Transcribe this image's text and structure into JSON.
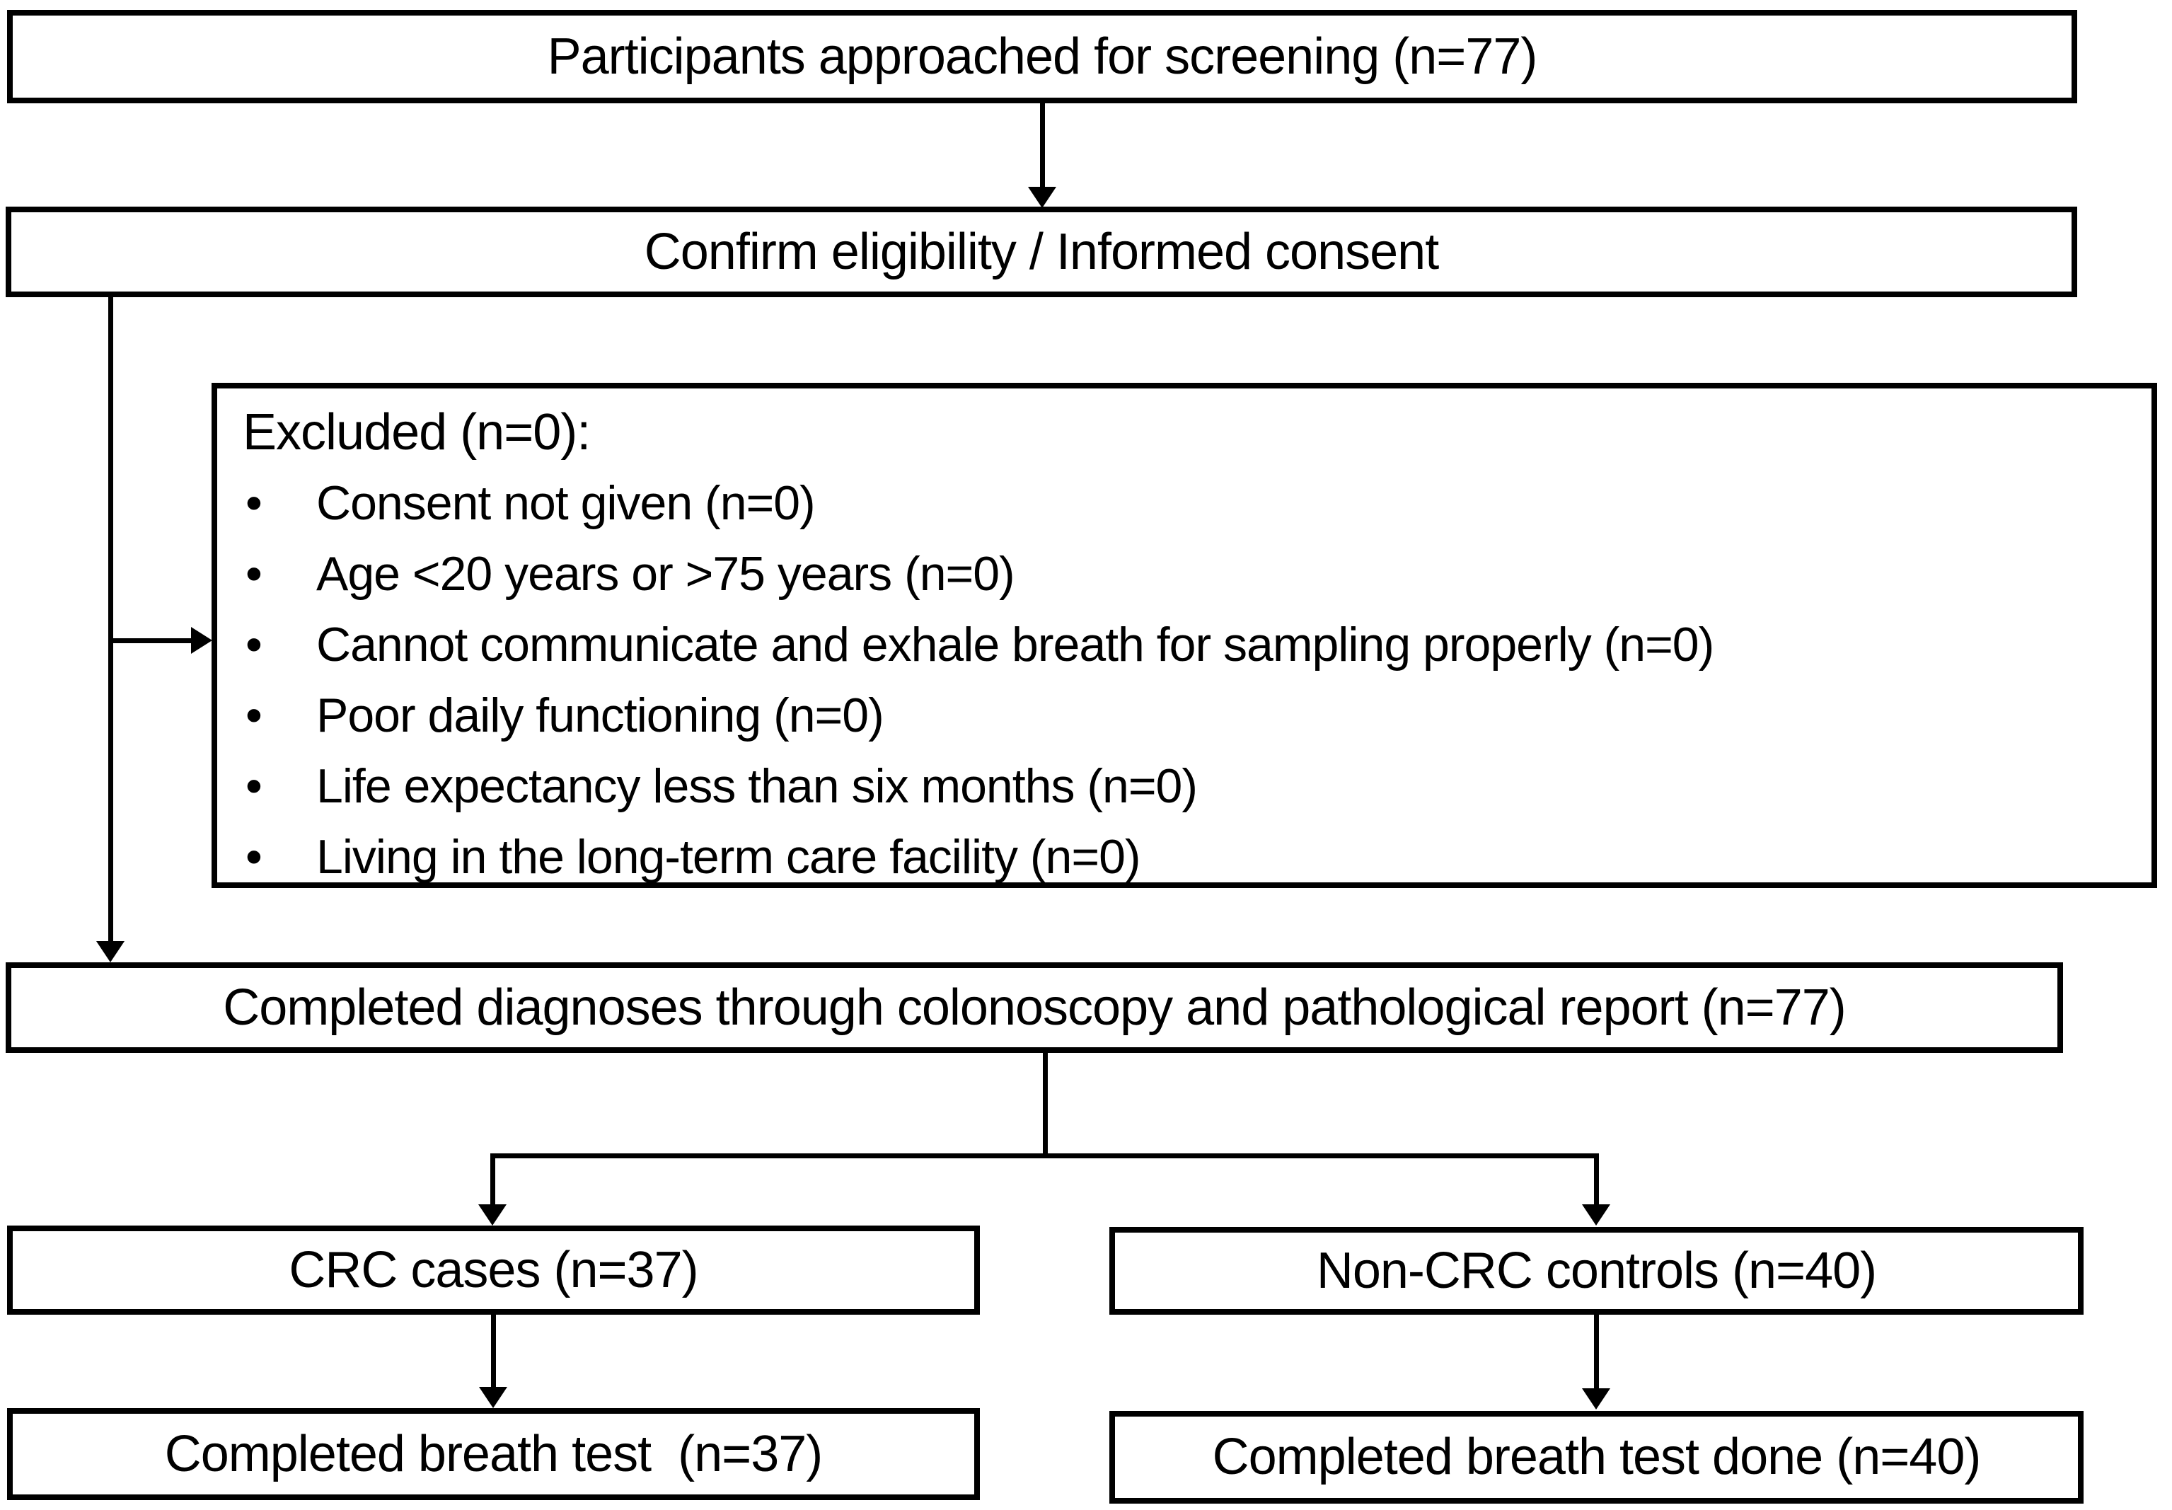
{
  "diagram": {
    "boxes": {
      "screening": {
        "label": "Participants approached for screening (n=77)"
      },
      "consent": {
        "label": "Confirm eligibility / Informed consent"
      },
      "excluded": {
        "title": "Excluded (n=0):",
        "items": [
          "Consent not given (n=0)",
          "Age <20 years or >75 years (n=0)",
          "Cannot communicate and exhale breath for sampling properly (n=0)",
          "Poor daily functioning (n=0)",
          "Life expectancy less than six months (n=0)",
          "Living in the long-term care facility (n=0)"
        ]
      },
      "diagnoses": {
        "label": "Completed diagnoses through colonoscopy and pathological report (n=77)"
      },
      "crc_cases": {
        "label": "CRC cases (n=37)"
      },
      "non_crc_controls": {
        "label": "Non-CRC controls (n=40)"
      },
      "breath_test_crc": {
        "label": "Completed breath test  (n=37)"
      },
      "breath_test_non_crc": {
        "label": "Completed breath test done (n=40)"
      }
    },
    "colors": {
      "line": "#000000",
      "text": "#000000",
      "box_background": "#ffffff",
      "page_background": "#ffffff"
    }
  }
}
